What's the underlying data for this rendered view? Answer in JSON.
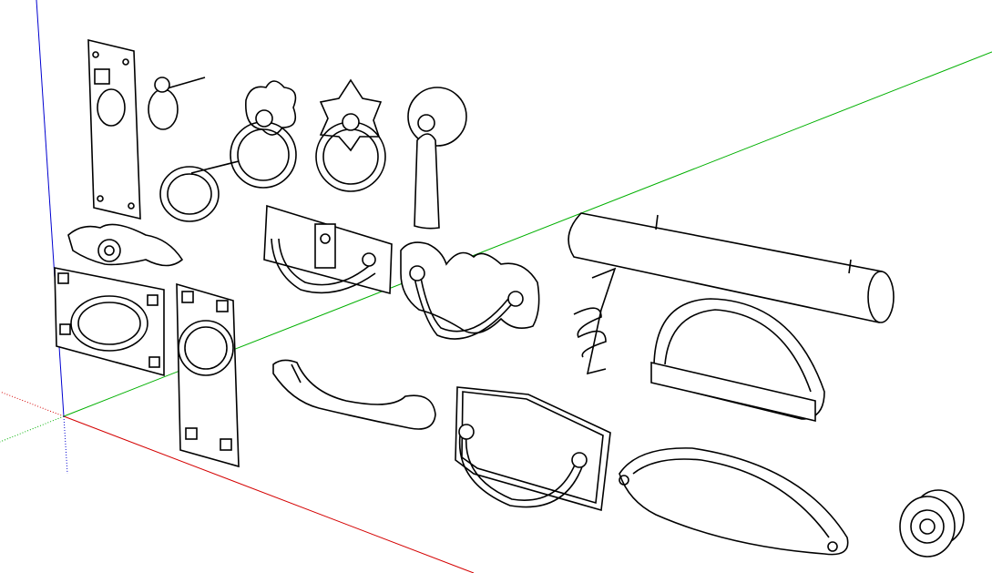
{
  "viewport": {
    "background": "#ffffff",
    "axes": {
      "x_color": "#d40000",
      "y_color": "#00b000",
      "z_color": "#0000d0"
    },
    "models": [
      "rectangular-backplate-ring-pull",
      "small-ring-pull",
      "ring-pull-with-bar",
      "scalloped-ring-pull",
      "star-ring-pull",
      "teardrop-drop-pull",
      "keyhole-escutcheon",
      "keyhole-bail-pull",
      "chippendale-bail-pull",
      "cylinder-bar-handle",
      "spiral-wire-pull",
      "half-moon-cup-handle",
      "square-ring-plate",
      "tall-ring-plate",
      "curved-bar-handle",
      "hexagon-plate-bail-pull",
      "bin-cup-pull",
      "round-knob"
    ]
  }
}
